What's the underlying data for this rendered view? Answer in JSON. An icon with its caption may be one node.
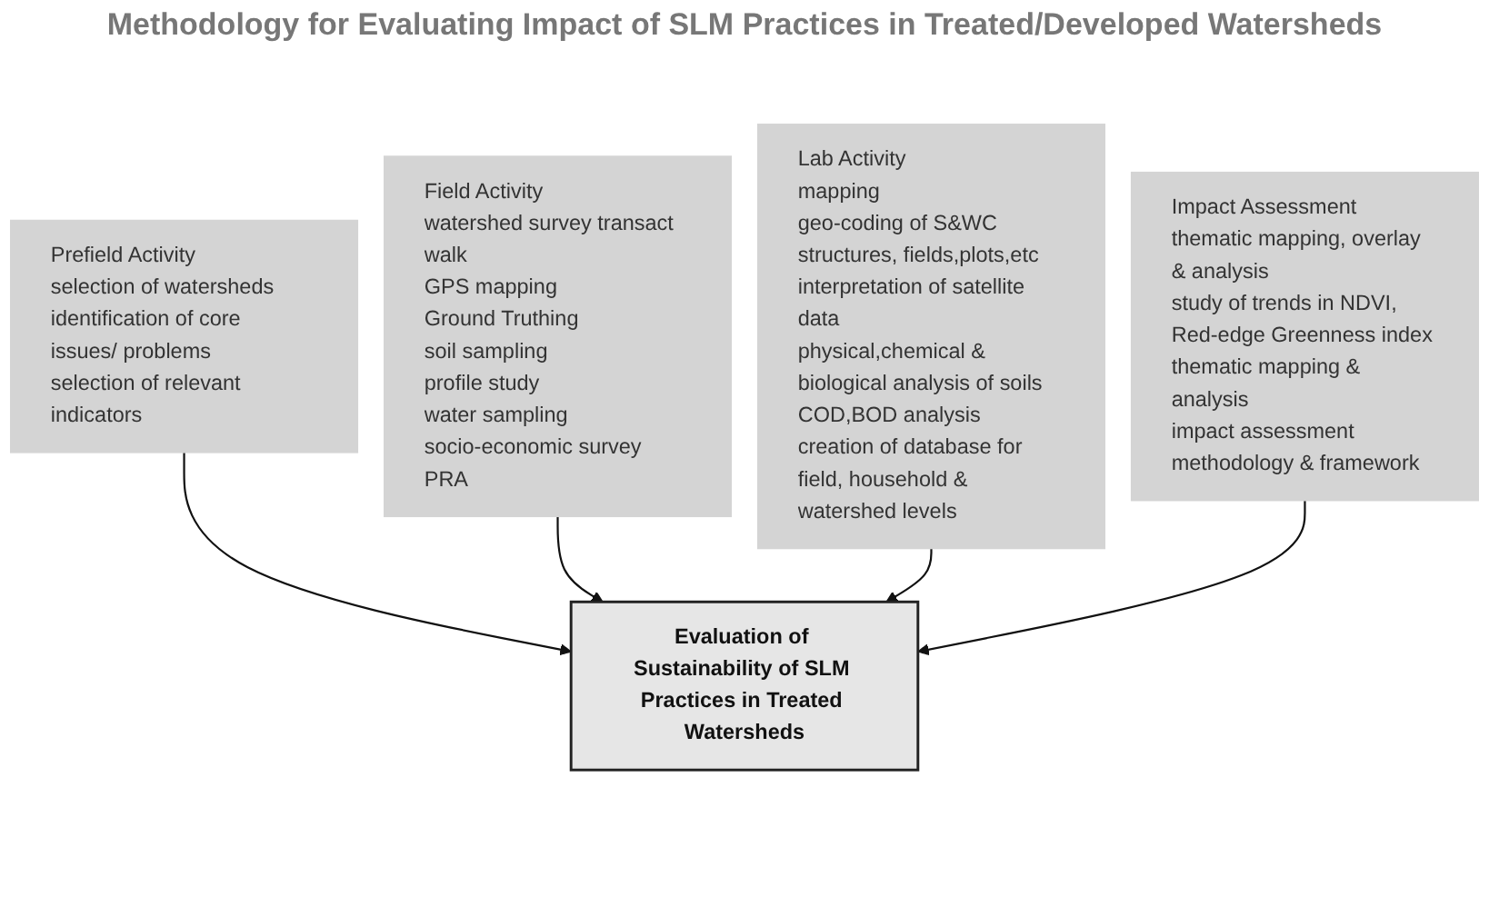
{
  "diagram": {
    "title": "Methodology for Evaluating Impact of SLM Practices in Treated/Developed Watersheds",
    "nodes": [
      {
        "text": [
          "Prefield Activity",
          "selection of watersheds",
          "identification of core issues/ problems",
          "selection of relevant indicators"
        ]
      },
      {
        "text": [
          "Field Activity",
          "watershed survey transact walk",
          "GPS mapping",
          "Ground Truthing",
          "soil sampling",
          "profile study",
          "water sampling",
          "socio-economic survey",
          "PRA"
        ]
      },
      {
        "text": [
          "Lab Activity",
          "mapping",
          "geo-coding of S&WC structures, fields,plots,etc",
          "interpretation of satellite data",
          "physical,chemical & biological analysis of soils",
          "COD,BOD analysis",
          "creation of database for field, household & watershed levels"
        ]
      },
      {
        "text": [
          "Impact Assessment",
          "thematic mapping, overlay & analysis",
          "study of trends in NDVI, Red-edge Greenness index",
          "thematic mapping & analysis",
          "impact assessment methodology & framework"
        ]
      },
      {
        "text": [
          "Evaluation of Sustainability of SLM Practices in Treated Watersheds"
        ]
      }
    ],
    "edges": [
      {
        "from": 0,
        "to": 4,
        "arrow": "to"
      },
      {
        "from": 1,
        "to": 4,
        "arrow": "to"
      },
      {
        "from": 2,
        "to": 4,
        "arrow": "to"
      },
      {
        "from": 3,
        "to": 4,
        "arrow": "to"
      }
    ]
  }
}
